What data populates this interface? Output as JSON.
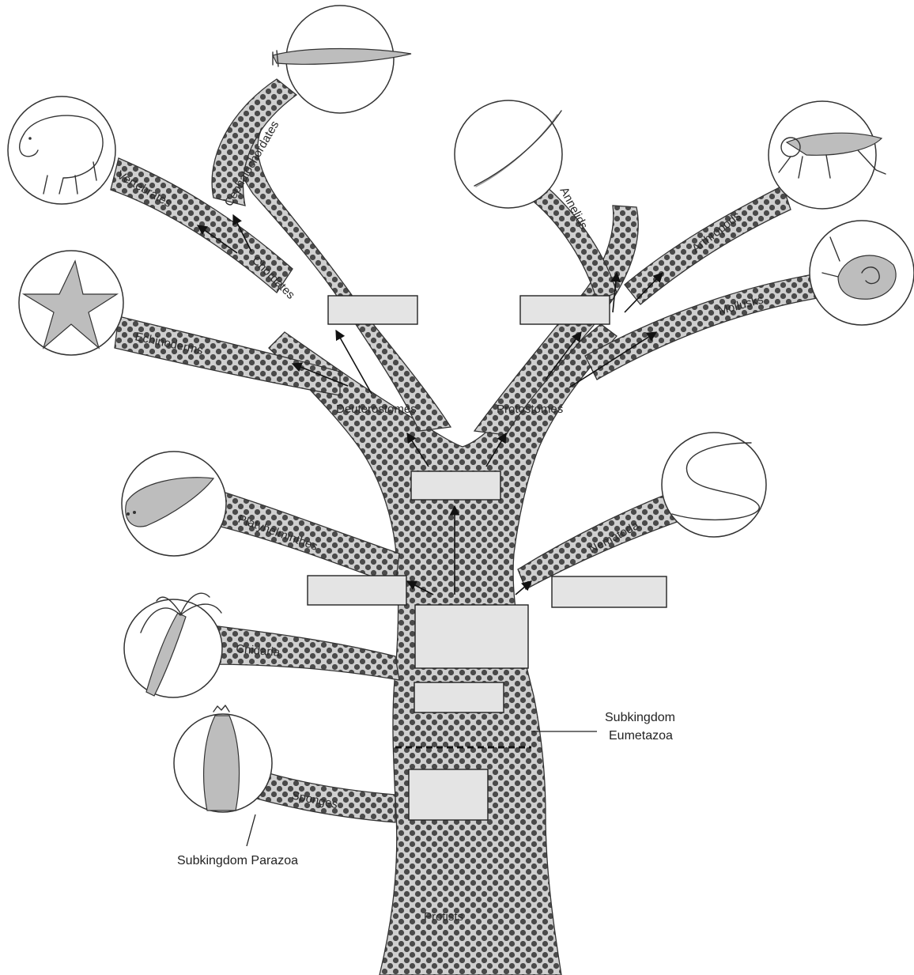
{
  "labels": {
    "vertebrates": "Vertebrates",
    "cephalochordates": "Cephalochordates",
    "chordates": "Chordates",
    "echinoderms": "Echinoderms",
    "deuterostomes": "Deuterostomes",
    "protostomes": "Protostomes",
    "annelids": "Annelids",
    "arthropods": "Arthropods",
    "mollusks": "Mollusks",
    "nematoda": "Nematoda",
    "platyhelminthes": "Platyhelminthes",
    "cnidaria": "Cnidaria",
    "sponges": "Sponges",
    "protists": "Protists",
    "subkingdom_eumetazoa_line1": "Subkingdom",
    "subkingdom_eumetazoa_line2": "Eumetazoa",
    "subkingdom_parazoa": "Subkingdom Parazoa"
  },
  "blank_boxes_count": 8,
  "colors": {
    "branch_dark": "#5a5a5a",
    "branch_light": "#d9d9d9",
    "box_fill": "#e4e4e4"
  }
}
